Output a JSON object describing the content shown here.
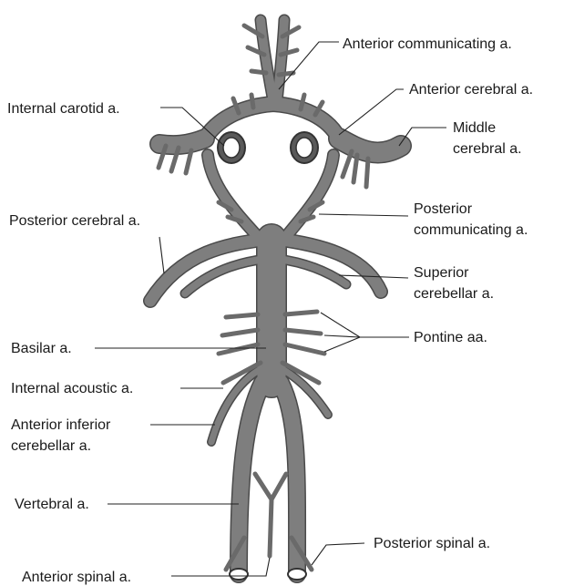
{
  "labels": {
    "anterior_communicating": "Anterior communicating a.",
    "anterior_cerebral": "Anterior cerebral a.",
    "internal_carotid": "Internal carotid a.",
    "middle_cerebral_1": "Middle",
    "middle_cerebral_2": "cerebral a.",
    "posterior_cerebral": "Posterior cerebral a.",
    "posterior_communicating_1": "Posterior",
    "posterior_communicating_2": "communicating a.",
    "superior_cerebellar_1": "Superior",
    "superior_cerebellar_2": "cerebellar a.",
    "pontine": "Pontine aa.",
    "basilar": "Basilar a.",
    "internal_acoustic": "Internal acoustic a.",
    "anterior_inferior_cerebellar_1": "Anterior inferior",
    "anterior_inferior_cerebellar_2": "cerebellar a.",
    "vertebral": "Vertebral a.",
    "posterior_spinal": "Posterior spinal a.",
    "anterior_spinal": "Anterior spinal a."
  },
  "colors": {
    "vessel_fill": "#7e7e7e",
    "vessel_outline": "#4a4a4a",
    "label_text": "#1a1a1a",
    "leader_line": "#222222"
  }
}
